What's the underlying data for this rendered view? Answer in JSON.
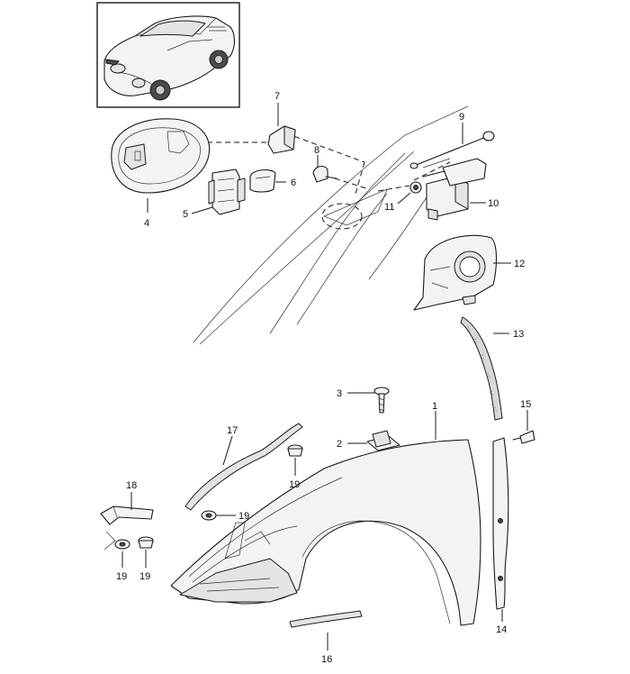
{
  "callouts": [
    {
      "id": "c1",
      "label": "1"
    },
    {
      "id": "c2",
      "label": "2"
    },
    {
      "id": "c3",
      "label": "3"
    },
    {
      "id": "c4",
      "label": "4"
    },
    {
      "id": "c5",
      "label": "5"
    },
    {
      "id": "c6",
      "label": "6"
    },
    {
      "id": "c7",
      "label": "7"
    },
    {
      "id": "c8",
      "label": "8"
    },
    {
      "id": "c9",
      "label": "9"
    },
    {
      "id": "c10",
      "label": "10"
    },
    {
      "id": "c11",
      "label": "11"
    },
    {
      "id": "c12",
      "label": "12"
    },
    {
      "id": "c13",
      "label": "13"
    },
    {
      "id": "c14",
      "label": "14"
    },
    {
      "id": "c15",
      "label": "15"
    },
    {
      "id": "c16",
      "label": "16"
    },
    {
      "id": "c17",
      "label": "17"
    },
    {
      "id": "c18",
      "label": "18"
    },
    {
      "id": "c19a",
      "label": "19"
    },
    {
      "id": "c19b",
      "label": "19"
    },
    {
      "id": "c19c",
      "label": "19"
    },
    {
      "id": "c19d",
      "label": "19"
    }
  ],
  "colors": {
    "line": "#1a1a1a",
    "background": "#ffffff"
  }
}
